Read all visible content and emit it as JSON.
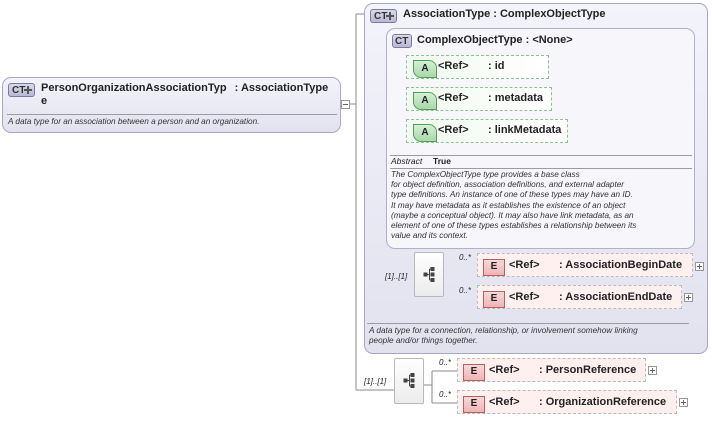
{
  "root": {
    "badge": "CT",
    "name": "PersonOrganizationAssociationTyp",
    "name_tail": "e",
    "type": ": AssociationType",
    "doc": "A data type for an association between a person and an organization."
  },
  "association_type": {
    "badge": "CT",
    "title": "AssociationType : ComplexObjectType",
    "doc_lines": [
      "A data type for a connection, relationship, or involvement somehow linking",
      "people and/or things together."
    ]
  },
  "complex_object_type": {
    "badge": "CT",
    "title": "ComplexObjectType : <None>",
    "attributes": [
      {
        "badge": "A",
        "ref": "<Ref>",
        "name": ": id"
      },
      {
        "badge": "A",
        "ref": "<Ref>",
        "name": ": metadata"
      },
      {
        "badge": "A",
        "ref": "<Ref>",
        "name": ": linkMetadata"
      }
    ],
    "abstract_label": "Abstract",
    "abstract_value": "True",
    "doc_lines": [
      "The ComplexObjectType type provides a base class",
      "for object definition, association definitions, and external adapter",
      "type definitions. An instance of one of these types may have an ID.",
      "It may have metadata as it establishes the existence of an object",
      "(maybe a conceptual object). It may also have link metadata, as an",
      "element of one of these types establishes a relationship between its",
      "value and its context."
    ]
  },
  "assoc_sequence": {
    "cardinality": "[1]..[1]",
    "elements": [
      {
        "badge": "E",
        "ref": "<Ref>",
        "name": ": AssociationBeginDate",
        "cardinality": "0..*"
      },
      {
        "badge": "E",
        "ref": "<Ref>",
        "name": ": AssociationEndDate",
        "cardinality": "0..*"
      }
    ]
  },
  "root_sequence": {
    "cardinality": "[1]..[1]",
    "elements": [
      {
        "badge": "E",
        "ref": "<Ref>",
        "name": ": PersonReference",
        "cardinality": "0..*"
      },
      {
        "badge": "E",
        "ref": "<Ref>",
        "name": ": OrganizationReference",
        "cardinality": "0..*"
      }
    ]
  },
  "colors": {
    "complex_type_fill": "#e6e6f2",
    "attribute_fill": "#dff2df",
    "element_fill": "#fff0f0",
    "line": "#8a8a8a"
  }
}
